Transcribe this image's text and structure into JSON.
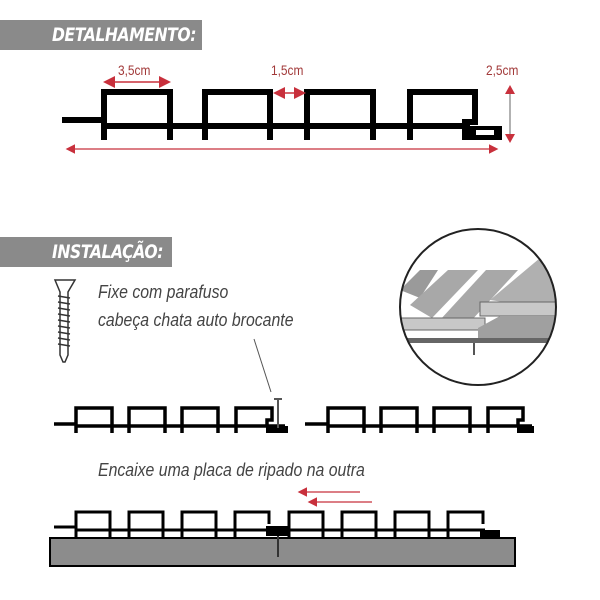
{
  "sections": {
    "detail": {
      "title": "DETALHAMENTO:"
    },
    "install": {
      "title": "INSTALAÇÃO:"
    }
  },
  "dimensions": {
    "slat_width": "3,5cm",
    "gap_width": "1,5cm",
    "height": "2,5cm"
  },
  "instructions": {
    "screw_line1": "Fixe com parafuso",
    "screw_line2": "cabeça chata auto brocante",
    "fit": "Encaixe uma placa de ripado na outra"
  },
  "colors": {
    "banner": "#8a8a8a",
    "arrow": "#c8303c",
    "profile": "#000000",
    "wall": "#8c8c8c"
  },
  "icons": [
    "screw-icon",
    "detail-magnifier-icon",
    "arrow-left-icon"
  ]
}
